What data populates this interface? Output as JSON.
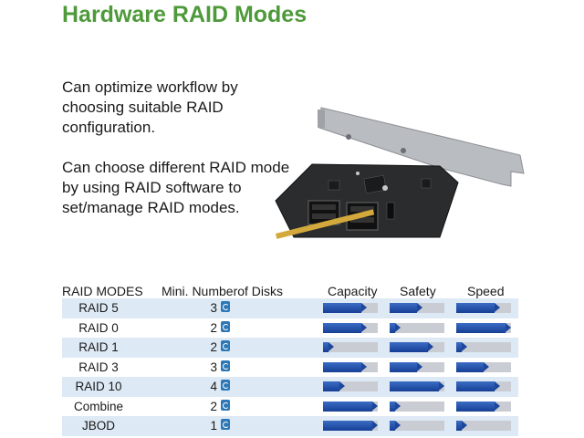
{
  "title": "Hardware RAID Modes",
  "paragraph1": [
    "Can optimize workflow by",
    "choosing suitable RAID",
    "configuration."
  ],
  "paragraph2": [
    "Can choose different RAID mode",
    "by using RAID software to",
    "set/manage RAID modes."
  ],
  "table": {
    "headers": {
      "mode": "RAID MODES",
      "disks": "Mini. Numberof Disks",
      "capacity": "Capacity",
      "safety": "Safety",
      "speed": "Speed"
    },
    "rows": [
      {
        "mode": "RAID 5",
        "disks": "3",
        "capacity": 0.8,
        "safety": 0.6,
        "speed": 0.8
      },
      {
        "mode": "RAID 0",
        "disks": "2",
        "capacity": 0.8,
        "safety": 0.2,
        "speed": 1.0
      },
      {
        "mode": "RAID 1",
        "disks": "2",
        "capacity": 0.2,
        "safety": 0.8,
        "speed": 0.2
      },
      {
        "mode": "RAID 3",
        "disks": "3",
        "capacity": 0.8,
        "safety": 0.6,
        "speed": 0.6
      },
      {
        "mode": "RAID 10",
        "disks": "4",
        "capacity": 0.4,
        "safety": 1.0,
        "speed": 0.8
      },
      {
        "mode": "Combine",
        "disks": "2",
        "capacity": 1.0,
        "safety": 0.2,
        "speed": 0.8
      },
      {
        "mode": "JBOD",
        "disks": "1",
        "capacity": 1.0,
        "safety": 0.2,
        "speed": 0.2
      }
    ]
  },
  "colors": {
    "title": "#4e9a3a",
    "bar_fill": "#1d469c",
    "bar_track": "#c9cdd3",
    "row_shade": "#dde9f5",
    "disk_icon": "#2d78b6"
  }
}
